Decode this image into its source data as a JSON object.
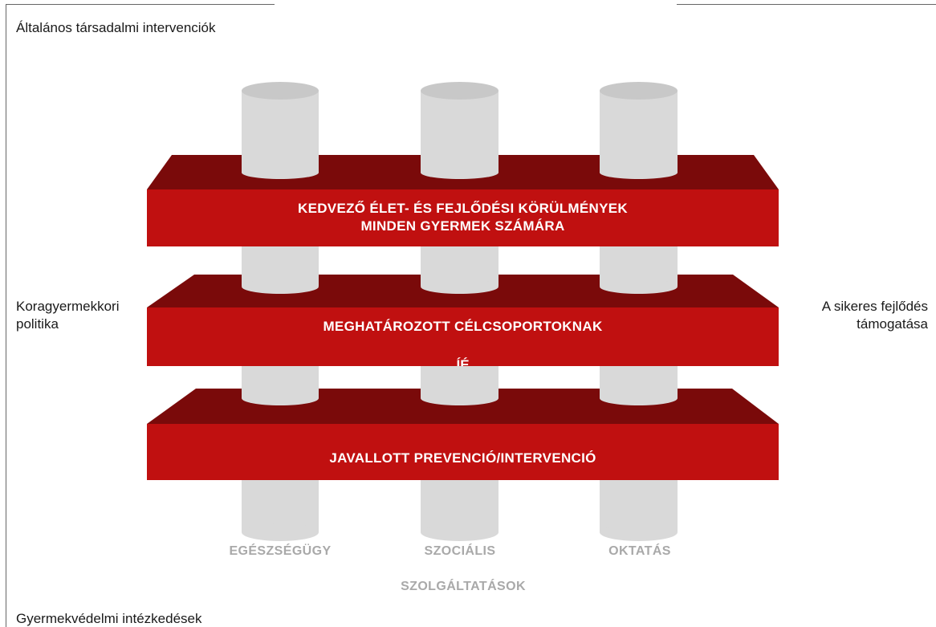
{
  "labels": {
    "top": "Általános társadalmi intervenciók",
    "left": "Koragyermekkori politika",
    "right": "A sikeres fejlődés támogatása",
    "bottom": "Gyermekvédelmi intézkedések"
  },
  "layers": [
    {
      "line1": "KEDVEZŐ ÉLET- ÉS FEJLŐDÉSI KÖRÜLMÉNYEK",
      "line2": "MINDEN GYERMEK SZÁMÁRA"
    },
    {
      "line1": "MEGHATÁROZOTT CÉLCSOPORTOKNAK",
      "line2": "ÍÉ"
    },
    {
      "line1": "JAVALLOTT PREVENCIÓ/INTERVENCIÓ"
    }
  ],
  "pillars": [
    "EGÉSZSÉGÜGY",
    "SZOCIÁLIS",
    "OKTATÁS"
  ],
  "services_label": "SZOLGÁLTATÁSOK",
  "colors": {
    "layer_front": "#c01010",
    "layer_top": "#7a0a0a",
    "pillar": "#d9d9d9",
    "pillar_top": "#c6c6c6",
    "pillar_label": "#a9a9a9"
  }
}
